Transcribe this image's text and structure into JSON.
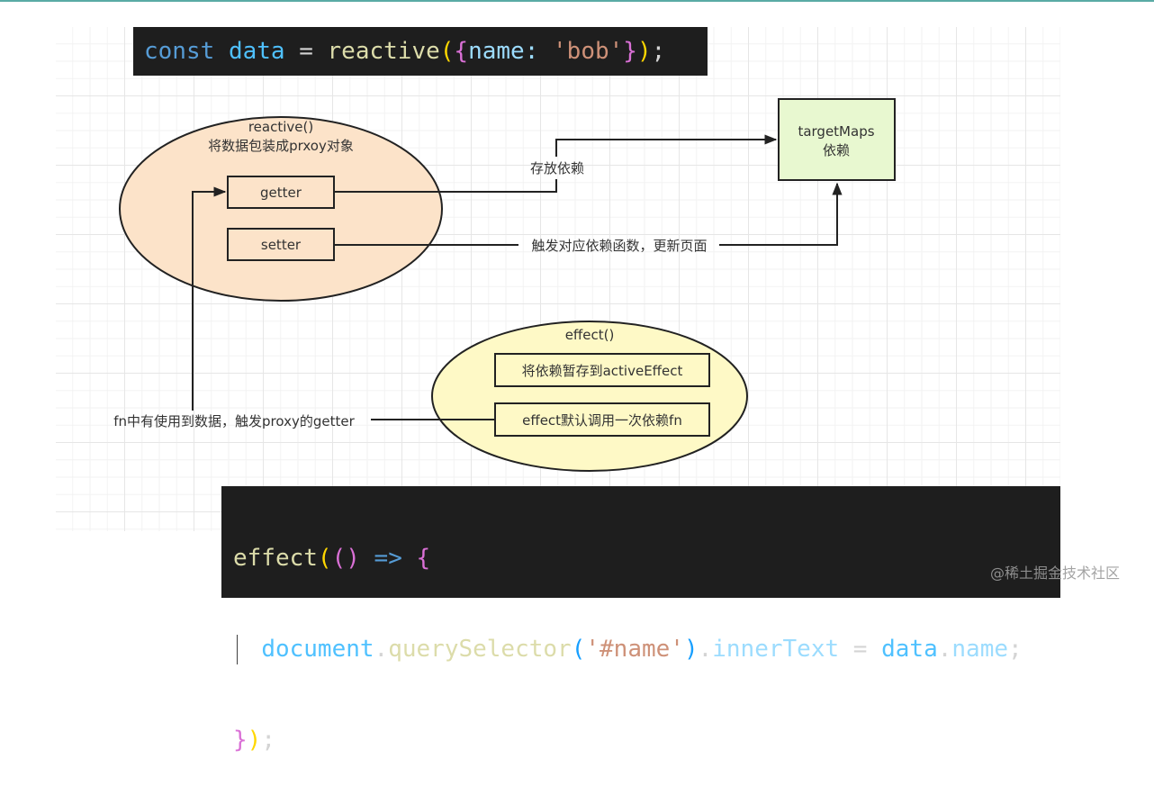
{
  "code_top": {
    "tokens": {
      "kw": "const",
      "var": "data",
      "eq": "=",
      "fn": "reactive",
      "lparen": "(",
      "lbrace": "{",
      "key": "name:",
      "str": "'bob'",
      "rbrace": "}",
      "rparen": ")",
      "semi": ";"
    }
  },
  "code_bottom": {
    "line1": {
      "fn": "effect",
      "lparen": "(",
      "args": "()",
      "arrow": "=>",
      "lbrace": "{"
    },
    "line2": {
      "obj": "document",
      "dot1": ".",
      "method": "querySelector",
      "lparen": "(",
      "str": "'#name'",
      "rparen": ")",
      "dot2": ".",
      "prop": "innerText",
      "eq": "=",
      "var": "data",
      "dot3": ".",
      "field": "name",
      "semi": ";"
    },
    "line3": {
      "rbrace": "}",
      "rparen": ")",
      "semi": ";"
    }
  },
  "reactive_node": {
    "title": "reactive()",
    "subtitle": "将数据包装成prxoy对象",
    "fill": "#fce3c9",
    "items": [
      "getter",
      "setter"
    ]
  },
  "target_node": {
    "title": "targetMaps",
    "subtitle": "依赖",
    "fill": "#e8f8d0"
  },
  "effect_node": {
    "title": "effect()",
    "fill": "#fef9c6",
    "items": [
      "将依赖暂存到activeEffect",
      "effect默认调用一次依赖fn"
    ]
  },
  "edges": {
    "store_dependency": "存放依赖",
    "trigger_update": "触发对应依赖函数，更新页面",
    "fn_uses_data": "fn中有使用到数据，触发proxy的getter"
  },
  "watermark": "@稀土掘金技术社区"
}
